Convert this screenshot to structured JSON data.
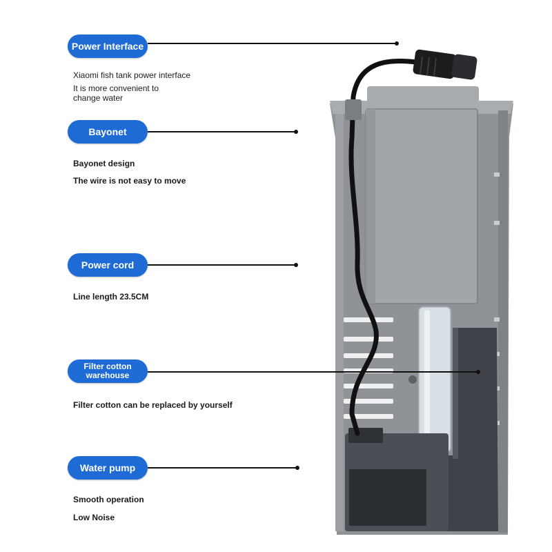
{
  "features": [
    {
      "label": "Power Interface",
      "lines": [
        "Xiaomi fish tank power interface",
        "It is more convenient to",
        "change water"
      ]
    },
    {
      "label": "Bayonet",
      "lines": [
        "Bayonet design",
        "The wire is not easy to move"
      ]
    },
    {
      "label": "Power cord",
      "lines": [
        "Line length 23.5CM"
      ]
    },
    {
      "label_line1": "Filter cotton",
      "label_line2": "warehouse",
      "lines": [
        "Filter cotton can be replaced by yourself"
      ]
    },
    {
      "label": "Water pump",
      "lines": [
        "Smooth operation",
        "Low Noise"
      ]
    }
  ],
  "colors": {
    "pill_blue": "#1f6bd6",
    "housing_gray": "#8f9398",
    "housing_light": "#a9adb2",
    "pump_box": "#9fa3a8",
    "dark_chamber": "#3f4349",
    "cable": "#111111"
  },
  "icons": [
    "power-connector-icon",
    "product-image"
  ]
}
